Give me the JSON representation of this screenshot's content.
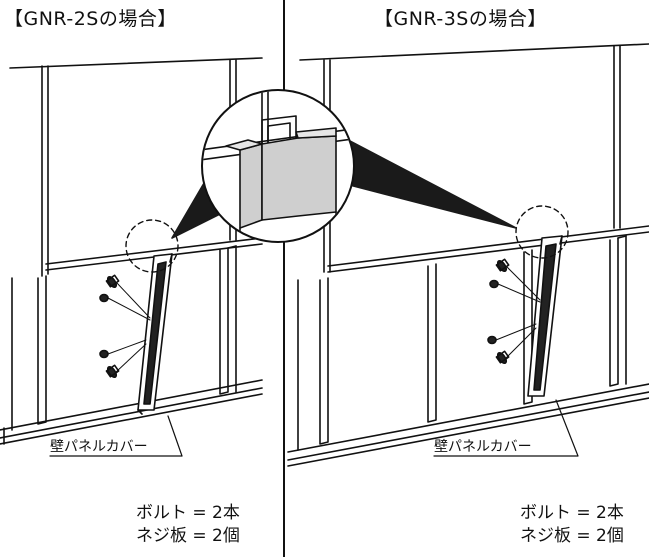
{
  "left": {
    "title": "【GNR-2Sの場合】",
    "part_label": "壁パネルカバー",
    "bolt_text": "ボルト = 2本",
    "plate_text": "ネジ板 = 2個"
  },
  "right": {
    "title": "【GNR-3Sの場合】",
    "part_label": "壁パネルカバー",
    "bolt_text": "ボルト = 2本",
    "plate_text": "ネジ板 = 2個"
  }
}
